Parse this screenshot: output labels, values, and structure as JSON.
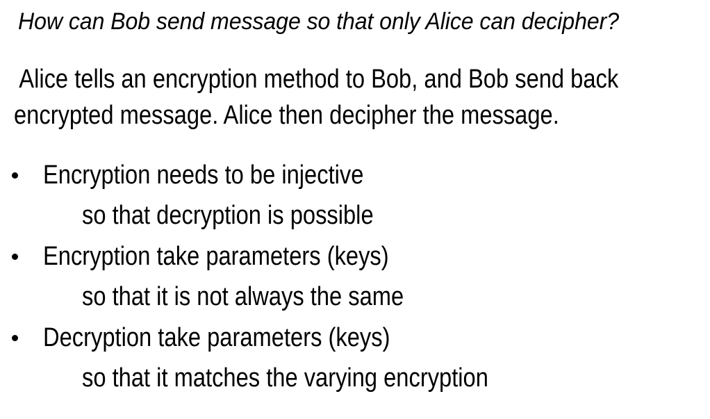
{
  "slide": {
    "background_color": "#ffffff",
    "text_color": "#000000",
    "title": "How can Bob send message so that only Alice can decipher?",
    "intro": {
      "line1": " Alice tells an encryption method to Bob, and Bob send back",
      "line2": "encrypted message. Alice then decipher the message."
    },
    "bullet_marker": "•",
    "bullets": [
      {
        "text": "Encryption needs to be injective",
        "sub": "so that decryption is possible"
      },
      {
        "text": "Encryption take parameters (keys)",
        "sub": "so that it is not always the same"
      },
      {
        "text": "Decryption take parameters (keys)",
        "sub": "so that it matches the varying encryption"
      }
    ]
  }
}
